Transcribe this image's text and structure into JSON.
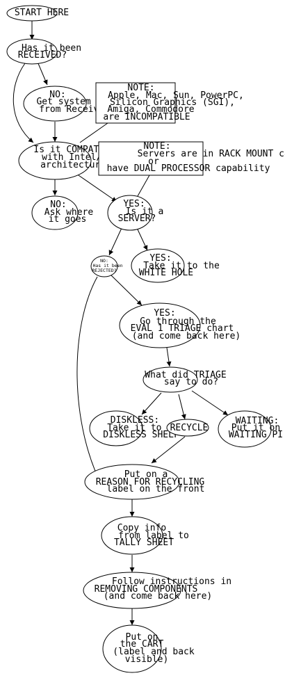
{
  "nodes": {
    "start": {
      "lines": [
        "START HERE"
      ]
    },
    "received": {
      "lines": [
        "Has it been",
        "RECEIVED?"
      ]
    },
    "no_recv": {
      "lines": [
        "NO:",
        "Get system labels",
        "from Receiving"
      ]
    },
    "note_apple": {
      "lines": [
        "NOTE:",
        "Apple, Mac, Sun, PowerPC,",
        "Silicon Graphics (SGI),",
        "Amiga, Commodore",
        "are INCOMPATIBLE"
      ]
    },
    "compatible": {
      "lines": [
        "Is it COMPATIBLE",
        "with Intel/AG",
        "architecture?"
      ]
    },
    "note_server": {
      "lines": [
        "NOTE:",
        "Servers are in RACK MOUNT cases",
        "or",
        "have DUAL PROCESSOR capability"
      ]
    },
    "no_compat": {
      "lines": [
        "NO:",
        "Ask where",
        "it goes"
      ]
    },
    "server": {
      "lines": [
        "YES:",
        "Is it a",
        "SERVER?"
      ]
    },
    "rejected": {
      "lines": [
        "NO:",
        "Has it been",
        "REJECTED?"
      ]
    },
    "white_hole": {
      "lines": [
        "YES:",
        "Take it to the",
        "WHITE HOLE"
      ]
    },
    "triage": {
      "lines": [
        "YES:",
        "Go through the",
        "EVAL 1 TRIAGE chart",
        "(and come back here)"
      ]
    },
    "triage_say": {
      "lines": [
        "What did TRIAGE",
        "say to do?"
      ]
    },
    "diskless": {
      "lines": [
        "DISKLESS:",
        "Take it to the",
        "DISKLESS SHELF"
      ]
    },
    "recycle": {
      "lines": [
        "RECYCLE"
      ]
    },
    "waiting": {
      "lines": [
        "WAITING:",
        "Put it on",
        "WAITING PI"
      ]
    },
    "reason": {
      "lines": [
        "Put on a",
        "REASON FOR RECYCLING",
        "label on the front"
      ]
    },
    "tally": {
      "lines": [
        "Copy info",
        "from label to",
        "TALLY SHEET"
      ]
    },
    "removing": {
      "lines": [
        "Follow instructions in",
        "REMOVING COMPONENTS",
        "(and come back here)"
      ]
    },
    "cart": {
      "lines": [
        "Put on",
        "the CART",
        "(label and back",
        "visible)"
      ]
    }
  }
}
